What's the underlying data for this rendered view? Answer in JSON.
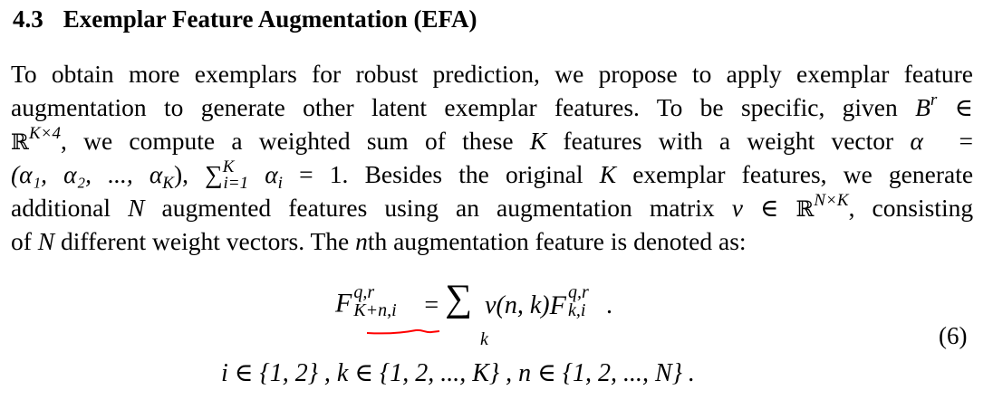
{
  "section": {
    "number": "4.3",
    "title": "Exemplar Feature Augmentation (EFA)"
  },
  "paragraph": {
    "line1": "To obtain more exemplars for robust prediction, we propose to apply exemplar feature",
    "line2_text": "augmentation to generate other latent exemplar features. To be specific, given",
    "line2_math": "B",
    "line2_sup": "r",
    "line2_in": "∈",
    "line3_R": "ℝ",
    "line3_sup": "K×4",
    "line3_text_a": ", we compute a weighted sum of these",
    "line3_K": "K",
    "line3_text_b": "features with a weight vector",
    "line3_alpha": "α⃗",
    "line3_eq": "=",
    "line4_tuple": "(α₁, α₂, ..., α",
    "line4_tuple_sub": "K",
    "line4_tuple_end": "),",
    "line4_sum": "∑",
    "line4_sum_sup": "K",
    "line4_sum_sub": "i=1",
    "line4_alpha_i": "α",
    "line4_alpha_i_sub": "i",
    "line4_eq_one": "= 1.",
    "line4_text": "Besides the original",
    "line4_K": "K",
    "line4_text_b": "exemplar features, we generate",
    "line5_text_a": "additional",
    "line5_N": "N",
    "line5_text_b": "augmented features using an augmentation matrix",
    "line5_nu": "ν",
    "line5_in": "∈",
    "line5_R": "ℝ",
    "line5_sup": "N×K",
    "line5_text_c": ", consisting",
    "line6_text_a": "of",
    "line6_N": "N",
    "line6_text_b": "different weight vectors. The",
    "line6_n": "n",
    "line6_text_c": "th augmentation feature is denoted as:"
  },
  "equation": {
    "number": "(6)",
    "lhs_F": "F",
    "lhs_sup": "q,r",
    "lhs_sub": "K+n,i",
    "equals": "=",
    "sum": "∑",
    "sum_index": "k",
    "rhs_nu": "ν(n, k)",
    "rhs_F": "F",
    "rhs_sup": "q,r",
    "rhs_sub": "k,i",
    "rhs_end": ".",
    "constraints": "i ∈ {1, 2} , k ∈ {1, 2, ..., K} , n ∈ {1, 2, ..., N} .",
    "annotation_color": "#ff0000"
  }
}
